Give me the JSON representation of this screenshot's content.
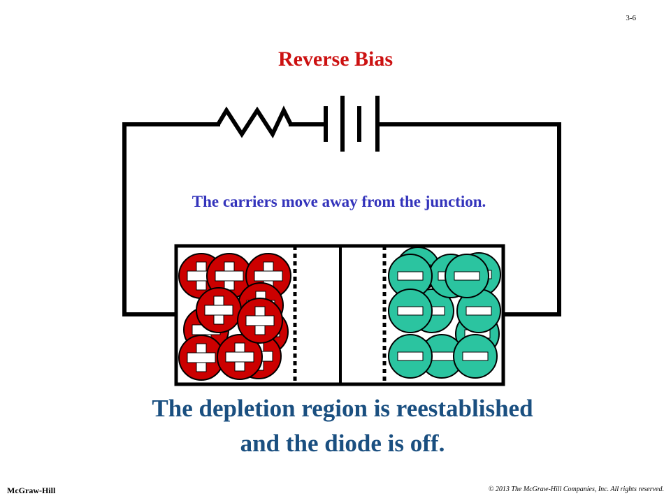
{
  "slide": {
    "number": "3-6",
    "title": "Reverse Bias",
    "carrier_caption": "The carriers move away from the junction.",
    "conclusion_line1": "The depletion region is reestablished",
    "conclusion_line2": "and the diode is off."
  },
  "footer": {
    "publisher": "McGraw-Hill",
    "copyright": "© 2013 The McGraw-Hill Companies, Inc. All rights reserved."
  },
  "colors": {
    "title": "#cc1111",
    "caption": "#3333bb",
    "conclusion": "#1a4f80",
    "holes": "#cc0000",
    "electrons": "#2bc4a0",
    "wire": "#000000"
  },
  "icons": {
    "hole": "plus-sign",
    "electron": "minus-sign",
    "resistor": "zigzag",
    "battery": "cell-plates"
  }
}
